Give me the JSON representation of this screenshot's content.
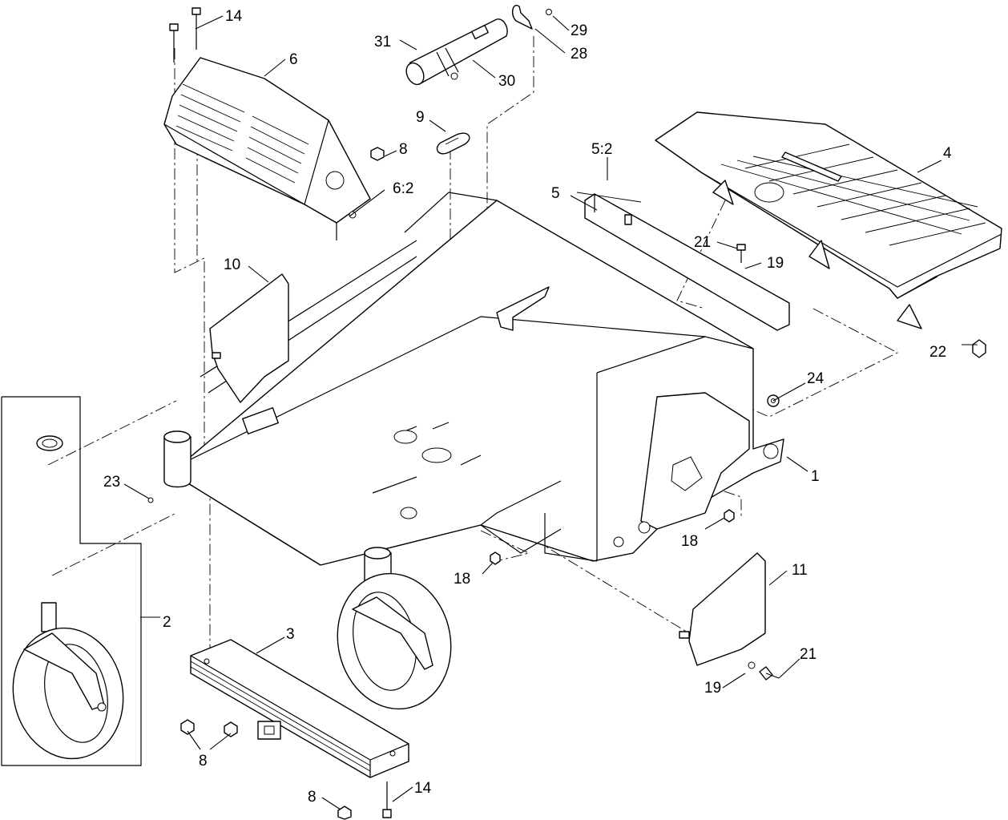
{
  "callouts": {
    "c1": "1",
    "c2": "2",
    "c3": "3",
    "c4": "4",
    "c5": "5",
    "c5_2": "5:2",
    "c6": "6",
    "c6_2": "6:2",
    "c8_top": "8",
    "c8_bottom_left": "8",
    "c8_bottom": "8",
    "c9": "9",
    "c10": "10",
    "c11": "11",
    "c14_top": "14",
    "c14_bottom": "14",
    "c18_left": "18",
    "c18_right": "18",
    "c19_top": "19",
    "c19_bottom": "19",
    "c21_top": "21",
    "c21_bottom": "21",
    "c22": "22",
    "c23": "23",
    "c24": "24",
    "c28": "28",
    "c29": "29",
    "c30": "30",
    "c31": "31"
  }
}
